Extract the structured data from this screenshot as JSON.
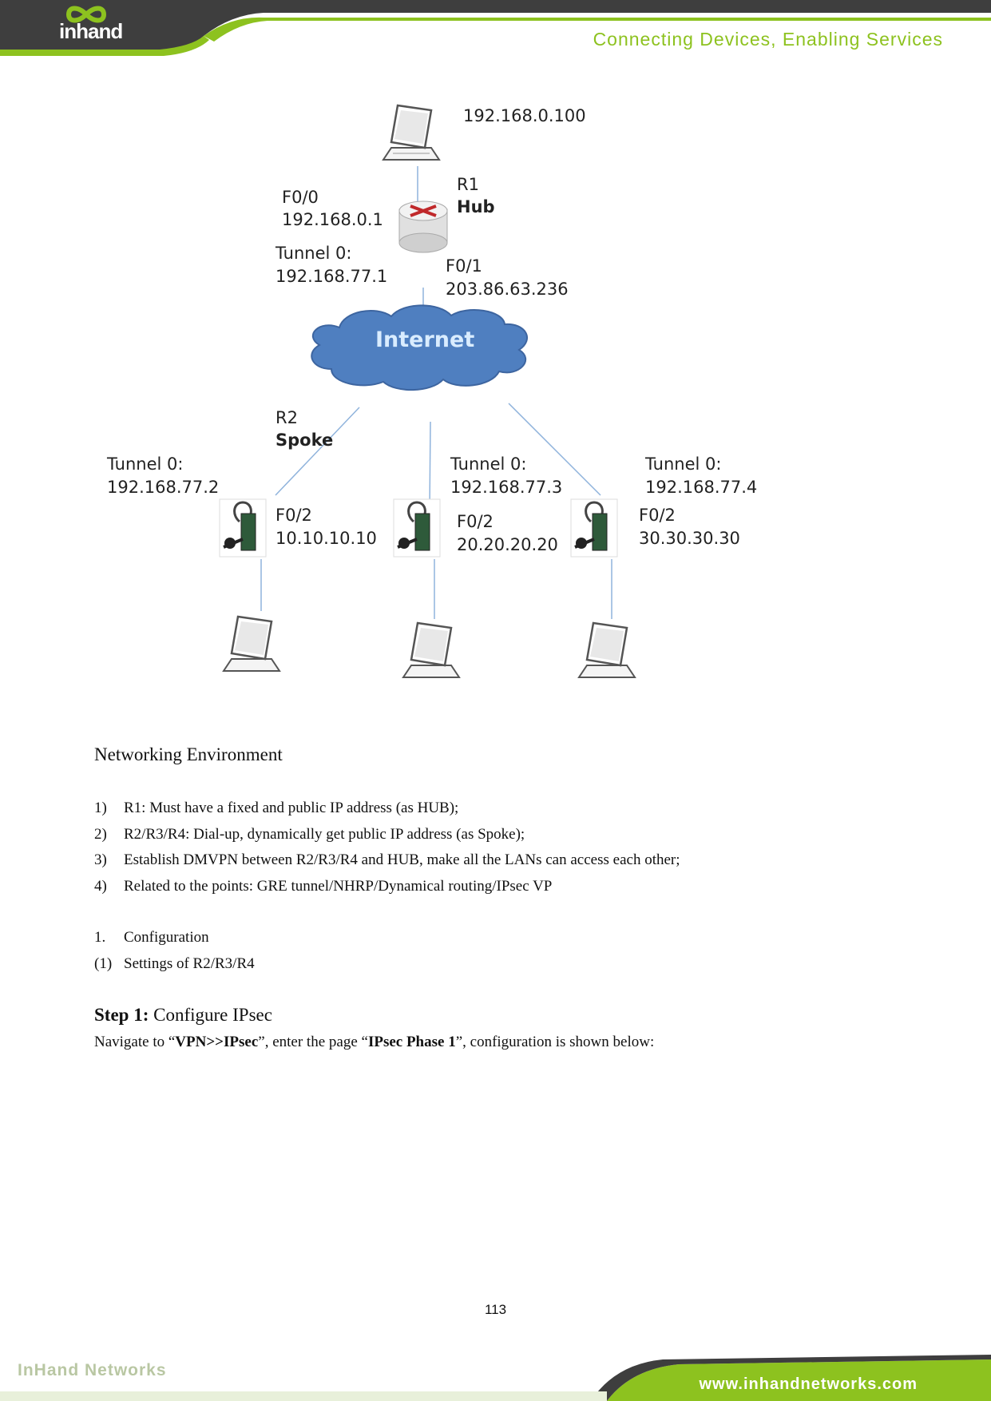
{
  "header": {
    "logo_text": "inhand",
    "tagline": "Connecting Devices, Enabling Services",
    "colors": {
      "dark": "#3e3e3e",
      "green": "#8dc21f"
    }
  },
  "diagram": {
    "top_pc": {
      "ip": "192.168.0.100"
    },
    "hub": {
      "name": "R1",
      "role": "Hub",
      "f00_iface": "F0/0",
      "f00_ip": "192.168.0.1",
      "tunnel_iface": "Tunnel 0:",
      "tunnel_ip": "192.168.77.1",
      "f01_iface": "F0/1",
      "f01_ip": "203.86.63.236"
    },
    "internet_label": "Internet",
    "spokes": [
      {
        "name": "R2",
        "role": "Spoke",
        "tunnel_iface": "Tunnel 0:",
        "tunnel_ip": "192.168.77.2",
        "lan_iface": "F0/2",
        "lan_ip": "10.10.10.10"
      },
      {
        "tunnel_iface": "Tunnel 0:",
        "tunnel_ip": "192.168.77.3",
        "lan_iface": "F0/2",
        "lan_ip": "20.20.20.20"
      },
      {
        "tunnel_iface": "Tunnel 0:",
        "tunnel_ip": "192.168.77.4",
        "lan_iface": "F0/2",
        "lan_ip": "30.30.30.30"
      }
    ],
    "icons": [
      "laptop-icon",
      "router-icon",
      "cloud-icon",
      "industrial-router-icon"
    ],
    "colors": {
      "cloud": "#4f7fc0",
      "cloud_text": "#d9ecff",
      "links": "#8fb3dc",
      "router_arrows": "#c0292b"
    }
  },
  "section_title": "Networking Environment",
  "requirements": [
    {
      "num": "1)",
      "text": "R1: Must have a fixed and public IP address (as HUB);"
    },
    {
      "num": "2)",
      "text": "R2/R3/R4: Dial-up, dynamically get public IP address (as Spoke);"
    },
    {
      "num": "3)",
      "text": "Establish DMVPN between R2/R3/R4 and HUB, make all the LANs can access each other;"
    },
    {
      "num": "4)",
      "text": "Related to the points: GRE tunnel/NHRP/Dynamical routing/IPsec VP"
    }
  ],
  "config": [
    {
      "num": "1.",
      "text": "Configuration"
    },
    {
      "num": "(1)",
      "text": "Settings of R2/R3/R4"
    }
  ],
  "step": {
    "label": "Step 1:",
    "title": " Configure IPsec",
    "nav_prefix": "Navigate to “",
    "nav_path": "VPN>>IPsec",
    "nav_middle": "”, enter the page “",
    "nav_page": "IPsec Phase 1",
    "nav_suffix": "”, configuration is shown below:"
  },
  "page_number": "113",
  "footer": {
    "company": "InHand Networks",
    "url": "www.inhandnetworks.com"
  }
}
